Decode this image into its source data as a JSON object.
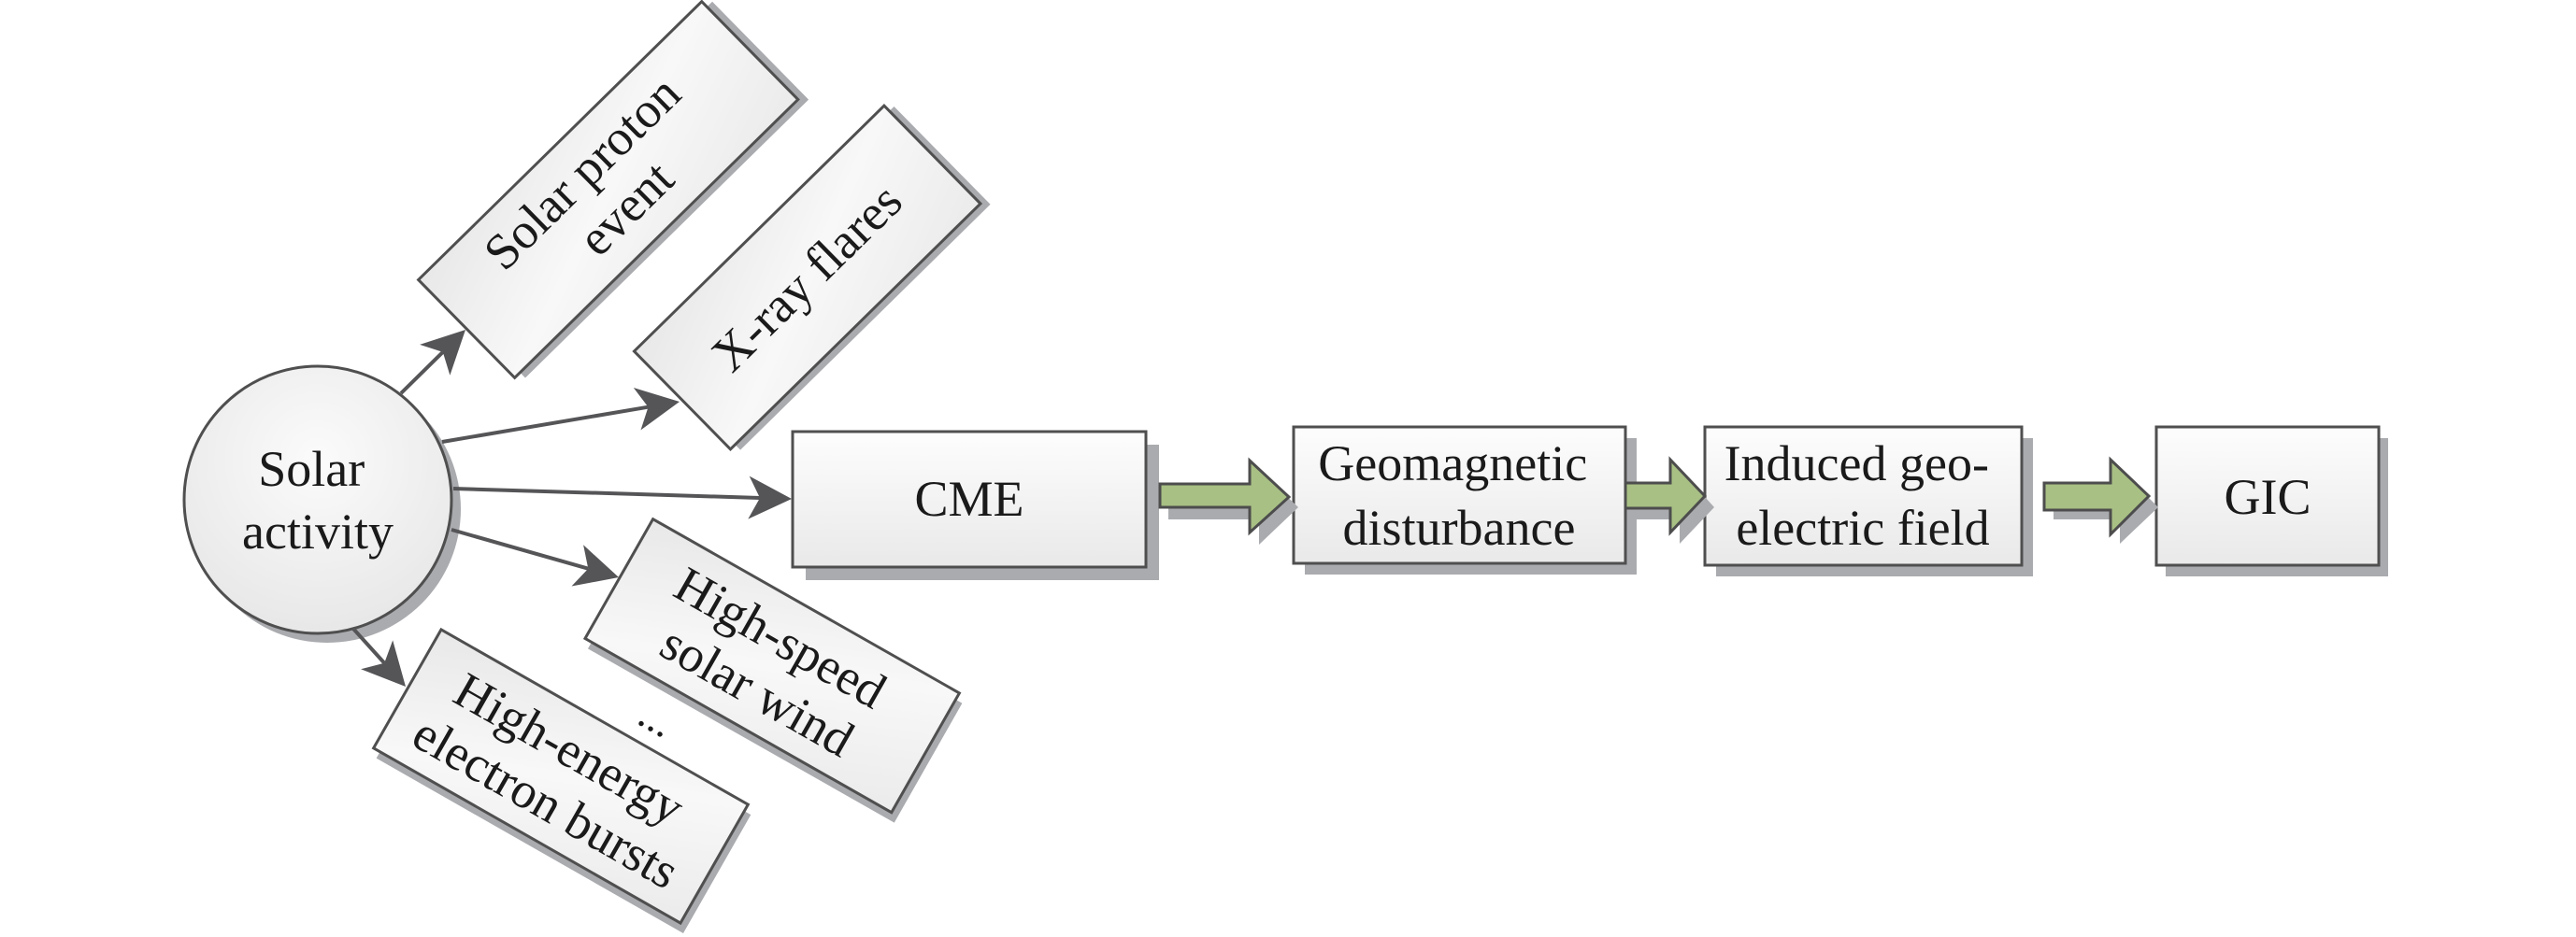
{
  "diagram": {
    "source_node": {
      "id": "solar-activity",
      "lines": [
        "Solar",
        "activity"
      ]
    },
    "solar_phenomena": [
      {
        "id": "solar-proton-event",
        "lines": [
          "Solar proton",
          "event"
        ]
      },
      {
        "id": "x-ray-flares",
        "lines": [
          "X-ray flares"
        ]
      },
      {
        "id": "cme",
        "lines": [
          "CME"
        ]
      },
      {
        "id": "high-speed-solar-wind",
        "lines": [
          "High-speed",
          "solar wind"
        ]
      },
      {
        "id": "high-energy-electron-bursts",
        "lines": [
          "High-energy",
          "electron bursts"
        ]
      }
    ],
    "ellipsis": "...",
    "chain": [
      {
        "id": "cme",
        "lines": [
          "CME"
        ]
      },
      {
        "id": "geomagnetic-disturbance",
        "lines": [
          "Geomagnetic",
          "disturbance"
        ]
      },
      {
        "id": "induced-geoelectric-field",
        "lines": [
          "Induced geo-",
          "electric field"
        ]
      },
      {
        "id": "gic",
        "lines": [
          "GIC"
        ]
      }
    ],
    "edges": [
      {
        "from": "solar-activity",
        "to": "solar-proton-event",
        "style": "line-arrow"
      },
      {
        "from": "solar-activity",
        "to": "x-ray-flares",
        "style": "line-arrow"
      },
      {
        "from": "solar-activity",
        "to": "cme",
        "style": "line-arrow"
      },
      {
        "from": "solar-activity",
        "to": "high-speed-solar-wind",
        "style": "line-arrow"
      },
      {
        "from": "solar-activity",
        "to": "high-energy-electron-bursts",
        "style": "line-arrow"
      },
      {
        "from": "cme",
        "to": "geomagnetic-disturbance",
        "style": "block-arrow"
      },
      {
        "from": "geomagnetic-disturbance",
        "to": "induced-geoelectric-field",
        "style": "block-arrow"
      },
      {
        "from": "induced-geoelectric-field",
        "to": "gic",
        "style": "block-arrow"
      }
    ],
    "colors": {
      "node_fill_top": "#fbfbfb",
      "node_fill_bottom": "#e9e9e9",
      "node_border": "#4f4f4f",
      "shadow": "#aaabaf",
      "connector": "#555457",
      "flow_arrow_fill": "#a8c084"
    }
  }
}
